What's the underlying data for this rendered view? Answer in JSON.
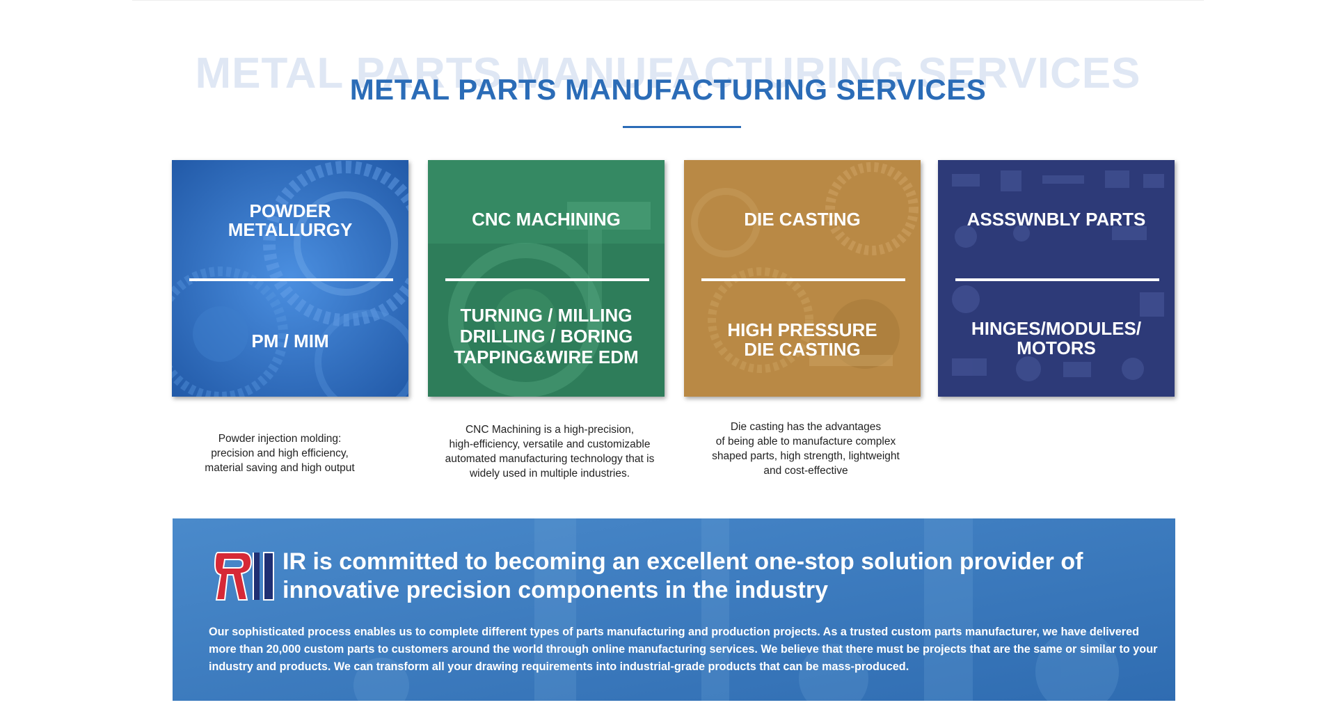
{
  "section": {
    "title_shadow": "METAL PARTS MANUFACTURING SERVICES",
    "title": "METAL PARTS MANUFACTURING SERVICES"
  },
  "cards": [
    {
      "title_line1": "POWDER",
      "title_line2": "METALLURGY",
      "sub_line1": "PM / MIM",
      "sub_line2": "",
      "sub_line3": ""
    },
    {
      "title_line1": "CNC MACHINING",
      "title_line2": "",
      "sub_line1": "TURNING / MILLING",
      "sub_line2": "DRILLING / BORING",
      "sub_line3": "TAPPING&WIRE EDM"
    },
    {
      "title_line1": "DIE CASTING",
      "title_line2": "",
      "sub_line1": "HIGH PRESSURE",
      "sub_line2": "DIE CASTING",
      "sub_line3": ""
    },
    {
      "title_line1": "ASSSWNBLY PARTS",
      "title_line2": "",
      "sub_line1": "HINGES/MODULES/",
      "sub_line2": "MOTORS",
      "sub_line3": ""
    }
  ],
  "descriptions": [
    {
      "line1": "Powder injection molding:",
      "line2": "precision and high efficiency,",
      "line3": "material saving and high output",
      "line4": ""
    },
    {
      "line1": "CNC Machining is a high-precision,",
      "line2": "high-efficiency, versatile and customizable",
      "line3": "automated manufacturing technology that is",
      "line4": "widely used in multiple industries."
    },
    {
      "line1": "Die casting has the advantages",
      "line2": "of being able to manufacture complex",
      "line3": "shaped parts, high strength, lightweight",
      "line4": "and cost-effective"
    }
  ],
  "banner": {
    "logo_icon": "company-logo-icon",
    "heading": "IR is committed to becoming an excellent one-stop solution provider of innovative precision components in the industry",
    "body": "Our sophisticated process enables us to complete different types of parts manufacturing and production projects. As a trusted custom parts manufacturer, we have delivered more than 20,000 custom parts to customers around the world through online manufacturing services. We believe that there must be projects that are the same or similar to your industry and products. We can transform all your drawing requirements into industrial-grade products that can be mass-produced."
  },
  "colors": {
    "accent_blue": "#2b6cb7",
    "card_pm": "#2f6fc4",
    "card_cnc": "#2e7d5a",
    "card_die": "#b98945",
    "card_assembly": "#2d3a78",
    "banner": "#3f7fc1",
    "logo_red": "#d62936",
    "logo_navy": "#1f2f73"
  }
}
